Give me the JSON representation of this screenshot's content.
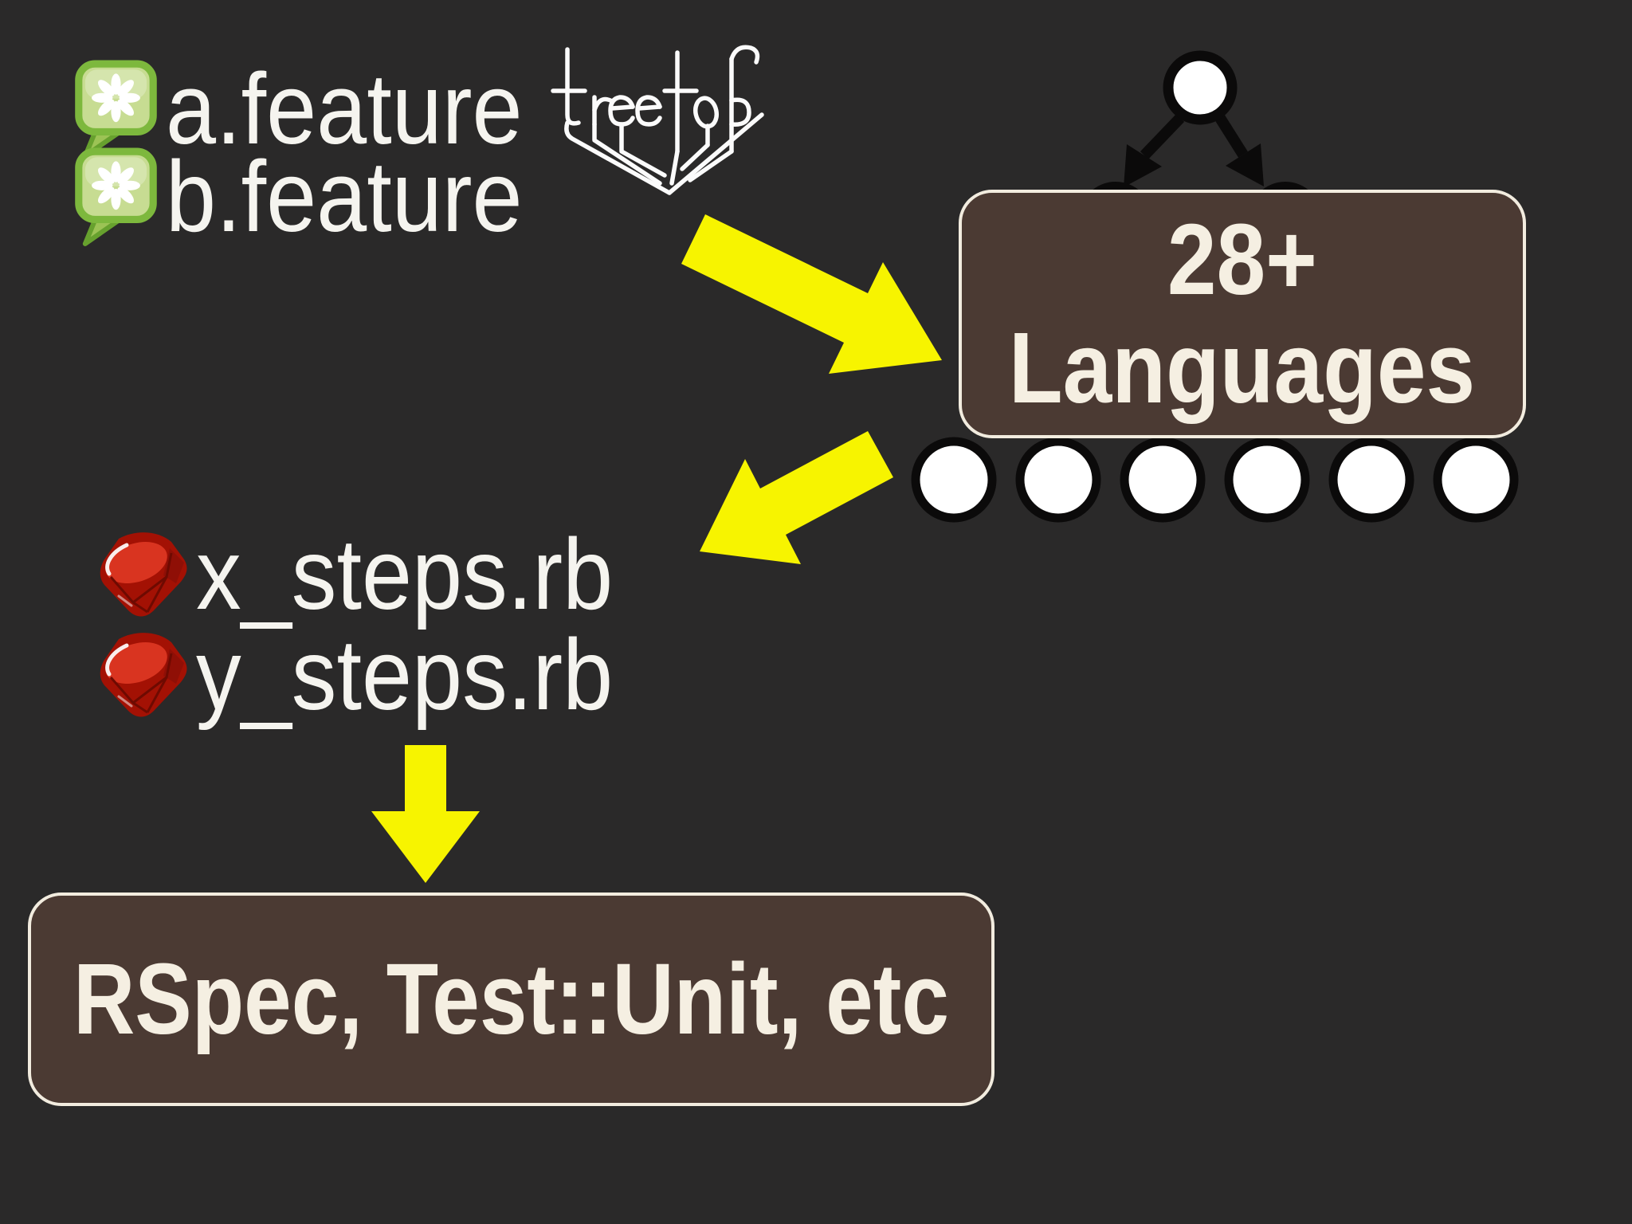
{
  "slide": {
    "background": "#2a2929",
    "accent_yellow": "#f7f400",
    "box_fill": "#4b3a33",
    "box_border": "#f2ecdf",
    "box_text_color": "#f5efe2",
    "text_color": "#f5f4ef",
    "cucumber_green": "#7db83d",
    "ruby_red": "#c21d0f"
  },
  "feature_files": [
    {
      "icon": "cucumber-icon",
      "label": "a.feature"
    },
    {
      "icon": "cucumber-icon",
      "label": "b.feature"
    }
  ],
  "logo": {
    "name": "treetop"
  },
  "languages_box": {
    "line1": "28+",
    "line2": "Languages"
  },
  "parse_tree": {
    "root_nodes": 1,
    "child_nodes": 2,
    "leaf_nodes": 6
  },
  "step_files": [
    {
      "icon": "ruby-icon",
      "label": "x_steps.rb"
    },
    {
      "icon": "ruby-icon",
      "label": "y_steps.rb"
    }
  ],
  "output_box": {
    "label": "RSpec, Test::Unit, etc"
  }
}
